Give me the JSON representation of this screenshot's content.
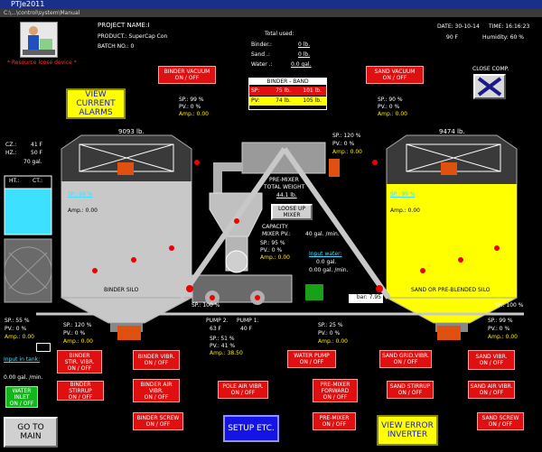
{
  "window": {
    "title": "PTJe2011",
    "menu": "C:\\...\\control\\system\\Manual"
  },
  "header": {
    "project_name": "PROJECT NAME:I",
    "product": "PRODUCT.: SuperCap  Con",
    "batch_no": "BATCH NO.:  0",
    "total_used": "Total used:",
    "binder_label": "Binder.:",
    "binder_value": "0 lb.",
    "sand_label": "Sand .:",
    "sand_value": "0 lb.",
    "water_label": "Water .:",
    "water_value": "0.0 gal.",
    "date": "DATE: 30-10-14",
    "time": "TIME: 16:16:23",
    "temp": "90 F",
    "humidity": "Humidity: 60 %",
    "logo_caption": "* Resource loose device *"
  },
  "buttons": {
    "binder_vacuum": [
      "BINDER VACUUM",
      "ON / OFF"
    ],
    "sand_vacuum": [
      "SAND VACUUM",
      "ON / OFF"
    ],
    "view_alarms": [
      "VIEW",
      "CURRENT",
      "ALARMS"
    ],
    "close_comp": "CLOSE COMP.",
    "loose_up_mixer": [
      "LOOSE UP",
      "MIXER"
    ],
    "binder_stir_vibr": [
      "BINDER",
      "STIR. VIBR.",
      "ON / OFF"
    ],
    "binder_vibr": [
      "BINDER VIBR.",
      "ON / OFF"
    ],
    "binder_stirrup": [
      "BINDER STIRRUP",
      "ON / OFF"
    ],
    "binder_air_vibr": [
      "BINDER AIR",
      "VIBR.",
      "ON / OFF"
    ],
    "binder_screw": [
      "BINDER SCREW",
      "ON / OFF"
    ],
    "pole_air_vibr": [
      "POLE AIR VIBR.",
      "ON / OFF"
    ],
    "water_pump": [
      "WATER PUMP",
      "ON / OFF"
    ],
    "pre_mixer_forward": [
      "PRE-MIXER",
      "FORWARD",
      "ON / OFF"
    ],
    "pre_mixer": [
      "PRE-MIXER",
      "ON / OFF"
    ],
    "sand_grid_vibr": [
      "SAND GRID.VIBR.",
      "ON / OFF"
    ],
    "sand_stirrup": [
      "SAND STIRRUP",
      "ON / OFF"
    ],
    "sand_screw": [
      "SAND SCREW",
      "ON / OFF"
    ],
    "sand_vibr": [
      "SAND VIBR.",
      "ON / OFF"
    ],
    "sand_air_vibr": [
      "SAND AIR VIBR.",
      "ON / OFF"
    ],
    "water_inlet": [
      "WATER",
      "INLET",
      "ON / OFF"
    ],
    "go_to_main": [
      "GO TO",
      "MAIN"
    ],
    "setup_etc": "SETUP ETC.",
    "view_error_inverter": [
      "VIEW ERROR",
      "INVERTER"
    ]
  },
  "band": {
    "title": "BINDER - BAND",
    "row1_label": "SP:",
    "row1_a": "75 lb.",
    "row1_b": "101 lb.",
    "row2_label": "PV:",
    "row2_a": "74 lb.",
    "row2_b": "105 lb."
  },
  "left_silo": {
    "weight": "9093 lb.",
    "label": "BINDER SILO",
    "sp": "SP.: 99 %",
    "pv": "PV.:  0 %",
    "amp": "Amp.: 0.00",
    "sp2": "SP.: 99 %",
    "amp2": "Amp.: 0.00",
    "fill": 0.74
  },
  "right_silo": {
    "weight": "9474 lb.",
    "label": "SAND OR PRE-BLENDED SILO",
    "sp": "SP.: 90 %",
    "pv": "PV.:  0 %",
    "amp": "Amp.: 0.00",
    "sp2": "SP.: 99 %",
    "amp2": "Amp.: 0.00",
    "fill": 0.72
  },
  "premixer": {
    "title": "PRE-MIXER",
    "total_weight": "TOTAL WEIGHT",
    "total_value": "44.1 lb.",
    "sp": "SP.: 120 %",
    "pv": "PV.:  0 %",
    "amp": "Amp.: 0.00",
    "capacity": "CAPACITY",
    "mixer_pv": "MIXER PV.:",
    "mixer_value": "40 gal. /min.",
    "sp2": "SP.: 95 %",
    "pv2": "PV.:  0 %",
    "amp2": "Amp.: 0.00",
    "input_water": "Input water:",
    "water_gal": "0.0 gal.",
    "water_rate": "0.00 gal. /min."
  },
  "water_tank": {
    "cz": "CZ.:",
    "cz_val": "41 F",
    "hz": "HZ.:",
    "hz_val": "50 F",
    "gal": "70 gal.",
    "ht_label": "HT.:",
    "ct_label": "CT.:",
    "sp": "SP.: 55 %",
    "pv": "PV.:  0 %",
    "amp": "Amp.: 0.00",
    "input_tank": "Input in tank:",
    "input_val": "0.00 gal. /min."
  },
  "pumps": {
    "pump2_label": "PUMP 2.",
    "pump1_label": "PUMP 1.",
    "p2_val": "63 F",
    "p1_val": "40 F",
    "sp": "SP.: 51 %",
    "pv": "PV.: 41 %",
    "amp": "Amp.: 38.50"
  },
  "bottom_left": {
    "sp": "SP.: 120 %",
    "pv": "PV.:  0 %",
    "amp": "Amp.: 0.00"
  },
  "bottom_mid": {
    "sp": "SP.: 25 %",
    "pv": "PV.:  0 %",
    "amp": "Amp.: 0.00"
  },
  "bottom_right": {
    "sp": "SP.: 99 %",
    "pv": "PV.:  0 %",
    "amp": "Amp.: 0.00"
  },
  "sand_side": {
    "sp": "SP.: 100 %"
  },
  "binder_side": {
    "sp": "SP.: 100 %"
  },
  "bar_indicator": "bar: 7.95",
  "colors": {
    "binder_fill": "#c8c8c8",
    "sand_fill": "#ffff00",
    "alarm_red": "#e01010",
    "water": "#3ee0ff"
  }
}
